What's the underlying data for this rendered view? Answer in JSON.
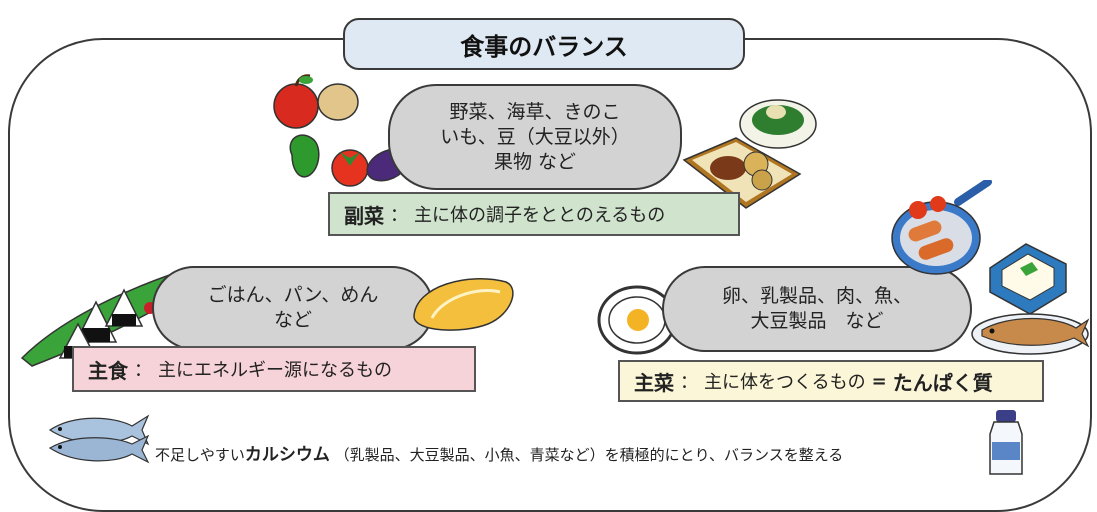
{
  "title": "食事のバランス",
  "fukusai": {
    "bubble_text": "野菜、海草、きのこ\nいも、豆（大豆以外）\n果物 など",
    "label_strong": "副菜",
    "label_rest": "主に体の調子をととのえるもの",
    "bg_color": "#cfe3cd"
  },
  "shushoku": {
    "bubble_text": "ごはん、パン、めん\nなど",
    "label_strong": "主食",
    "label_rest": "主にエネルギー源になるもの",
    "bg_color": "#f6d3d8"
  },
  "shusai": {
    "bubble_text": "卵、乳製品、肉、魚、\n大豆製品　など",
    "label_strong": "主菜",
    "label_rest": "主に体をつくるもの",
    "label_eq": "=",
    "label_emph": "たんぱく質",
    "bg_color": "#fbf6d7"
  },
  "footer": {
    "pre": "不足しやすい",
    "strong": "カルシウム",
    "post": "（乳製品、大豆製品、小魚、青菜など）を積極的にとり、バランスを整える"
  },
  "colors": {
    "border": "#3a3a3a",
    "bubble": "#d3d3d3",
    "title_bg": "#dfe9f3"
  }
}
